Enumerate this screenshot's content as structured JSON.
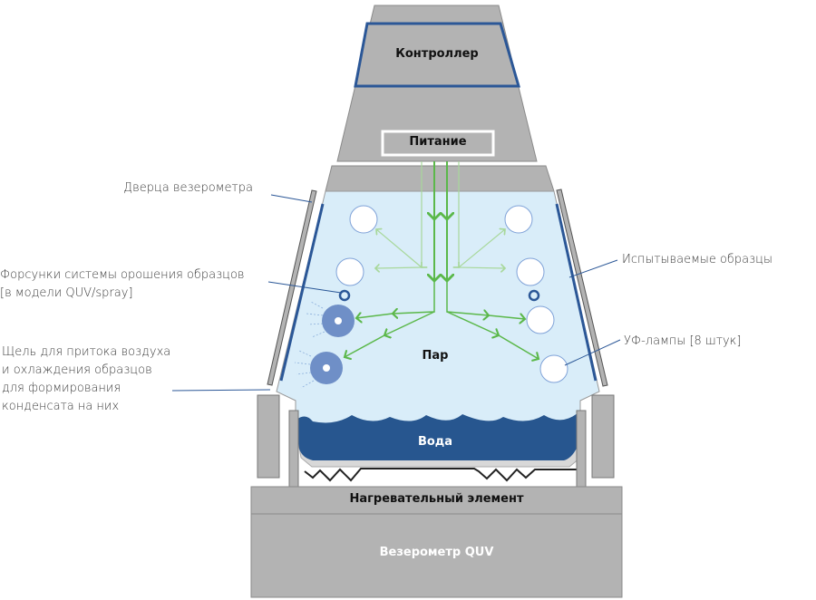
{
  "title": "Схема везерометра QUV",
  "components": {
    "controller": "Контроллер",
    "power": "Питание",
    "steam": "Пар",
    "water": "Вода",
    "heater": "Нагревательный элемент",
    "device": "Везерометр QUV"
  },
  "callouts": {
    "door": "Дверца везерометра",
    "nozzles_line1": "Форсунки системы орошения образцов",
    "nozzles_line2": "[в модели QUV/spray]",
    "slot_line1": "Щель для притока воздуха",
    "slot_line2": "и охлаждения образцов",
    "slot_line3": "для формирования",
    "slot_line4": "конденсата на них",
    "samples": "Испытываемые образцы",
    "lamps": "УФ-лампы [8 штук]"
  },
  "colors": {
    "housing": "#b3b3b3",
    "housing_stroke": "#7a7a7a",
    "accent_blue": "#2b5797",
    "chamber": "#d9edf9",
    "water": "#27568f",
    "arrow_green": "#5bb84a",
    "arrow_light": "#a8d89b",
    "spray_nozzle": "#6f8fc7"
  }
}
